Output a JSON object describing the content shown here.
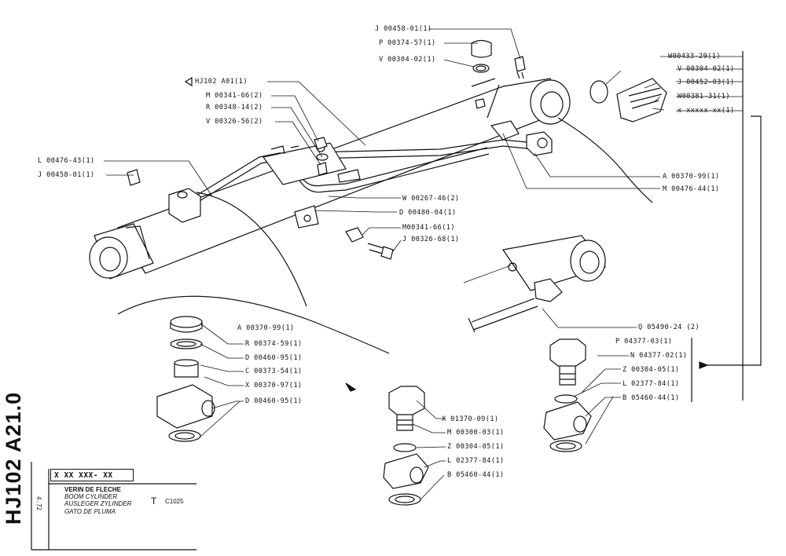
{
  "sheet_code": "HJ102 A21.0",
  "date_code": "4.72",
  "reference_box": "X XX XXX- XX",
  "titles": [
    "VERIN DE FLECHE",
    "BOOM CYLINDER",
    "AUSLEGER ZYLINDER",
    "GATO DE PLUMA"
  ],
  "type_letter": "T",
  "model_code": "C1025",
  "assembly_label": "HJ102  A01(1)",
  "labels": [
    "J 00458-01(1)",
    "P 00374-57(1)",
    "V 00304-02(1)",
    "M 00341-66(2)",
    "R 00348-14(2)",
    "V 00326-56(2)",
    "L 00476-43(1)",
    "J 00458-01(1)",
    "W00433-29(1)",
    "V 00304-02(1)",
    "J 00452-03(1)",
    "W00381-31(1)",
    "x xxxxx-xx(1)",
    "A 00370-99(1)",
    "M 00476-44(1)",
    "W 00267-46(2)",
    "D 00480-04(1)",
    "M00341-66(1)",
    "J 00326-68(1)",
    "Q 05490-24 (2)",
    "P 04377-03(1)",
    "N 04377-02(1)",
    "Z 00304-05(1)",
    "L 02377-84(1)",
    "B 05460-44(1)",
    "A 00370-99(1)",
    "R 00374-59(1)",
    "D 00460-95(1)",
    "C 00373-54(1)",
    "X 00370-97(1)",
    "D 00460-95(1)",
    "X 01370-09(1)",
    "M 00300-03(1)",
    "Z 00304-05(1)",
    "L 02377-84(1)",
    "B 05460-44(1)"
  ]
}
